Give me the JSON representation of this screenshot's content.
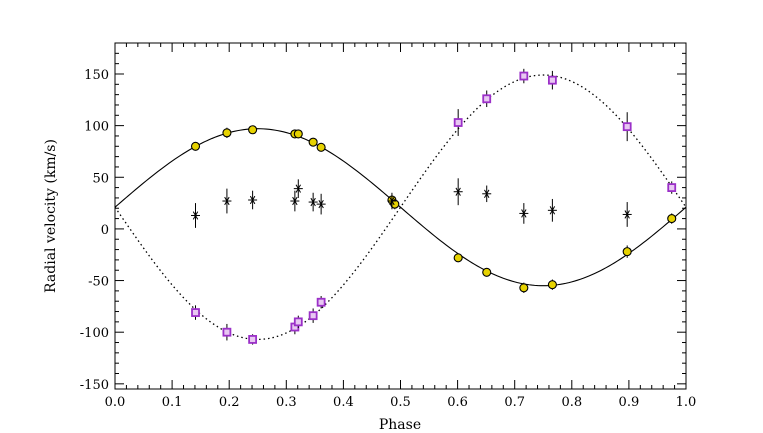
{
  "chart_data": {
    "type": "scatter",
    "title": "",
    "xlabel": "Phase",
    "ylabel": "Radial velocity (km/s)",
    "xlim": [
      0.0,
      1.0
    ],
    "ylim": [
      -155,
      180
    ],
    "x_ticks": [
      "0.0",
      "0.1",
      "0.2",
      "0.3",
      "0.4",
      "0.5",
      "0.6",
      "0.7",
      "0.8",
      "0.9",
      "1.0"
    ],
    "y_ticks": [
      "-150",
      "-100",
      "-50",
      "0",
      "50",
      "100",
      "150"
    ],
    "grid": false,
    "legend": "none",
    "series": [
      {
        "marker": "circle",
        "color": "#e6d200",
        "points": [
          {
            "x": 0.141,
            "y": 80,
            "err": 4
          },
          {
            "x": 0.196,
            "y": 93,
            "err": 5
          },
          {
            "x": 0.241,
            "y": 96,
            "err": 4
          },
          {
            "x": 0.315,
            "y": 92,
            "err": 4
          },
          {
            "x": 0.321,
            "y": 92,
            "err": 4
          },
          {
            "x": 0.347,
            "y": 84,
            "err": 4
          },
          {
            "x": 0.361,
            "y": 79,
            "err": 4
          },
          {
            "x": 0.485,
            "y": 28,
            "err": 5
          },
          {
            "x": 0.49,
            "y": 24,
            "err": 5
          },
          {
            "x": 0.601,
            "y": -28,
            "err": 4
          },
          {
            "x": 0.651,
            "y": -42,
            "err": 4
          },
          {
            "x": 0.716,
            "y": -57,
            "err": 5
          },
          {
            "x": 0.766,
            "y": -54,
            "err": 5
          },
          {
            "x": 0.897,
            "y": -22,
            "err": 6
          },
          {
            "x": 0.975,
            "y": 10,
            "err": 5
          }
        ]
      },
      {
        "marker": "square",
        "color": "#9b30c8",
        "points": [
          {
            "x": 0.141,
            "y": -81,
            "err": 7
          },
          {
            "x": 0.196,
            "y": -100,
            "err": 8
          },
          {
            "x": 0.241,
            "y": -107,
            "err": 5
          },
          {
            "x": 0.315,
            "y": -95,
            "err": 7
          },
          {
            "x": 0.321,
            "y": -90,
            "err": 6
          },
          {
            "x": 0.347,
            "y": -84,
            "err": 7
          },
          {
            "x": 0.361,
            "y": -71,
            "err": 6
          },
          {
            "x": 0.601,
            "y": 103,
            "err": 13
          },
          {
            "x": 0.651,
            "y": 126,
            "err": 8
          },
          {
            "x": 0.716,
            "y": 148,
            "err": 7
          },
          {
            "x": 0.766,
            "y": 144,
            "err": 9
          },
          {
            "x": 0.897,
            "y": 99,
            "err": 14
          },
          {
            "x": 0.975,
            "y": 40,
            "err": 6
          }
        ]
      },
      {
        "marker": "asterisk",
        "color": "#000000",
        "points": [
          {
            "x": 0.141,
            "y": 13,
            "err": 12
          },
          {
            "x": 0.196,
            "y": 27,
            "err": 12
          },
          {
            "x": 0.241,
            "y": 28,
            "err": 9
          },
          {
            "x": 0.315,
            "y": 27,
            "err": 10
          },
          {
            "x": 0.321,
            "y": 39,
            "err": 9
          },
          {
            "x": 0.347,
            "y": 26,
            "err": 9
          },
          {
            "x": 0.361,
            "y": 24,
            "err": 10
          },
          {
            "x": 0.485,
            "y": 27,
            "err": 8
          },
          {
            "x": 0.601,
            "y": 36,
            "err": 13
          },
          {
            "x": 0.651,
            "y": 34,
            "err": 8
          },
          {
            "x": 0.716,
            "y": 15,
            "err": 10
          },
          {
            "x": 0.766,
            "y": 18,
            "err": 11
          },
          {
            "x": 0.897,
            "y": 14,
            "err": 12
          }
        ]
      }
    ],
    "curves": [
      {
        "style": "solid",
        "color": "#000000",
        "gamma": 21,
        "K": 76,
        "phase_of_max": 0.25
      },
      {
        "style": "dotted",
        "color": "#000000",
        "gamma": 21,
        "K": 128,
        "phase_of_max": 0.75
      }
    ]
  }
}
